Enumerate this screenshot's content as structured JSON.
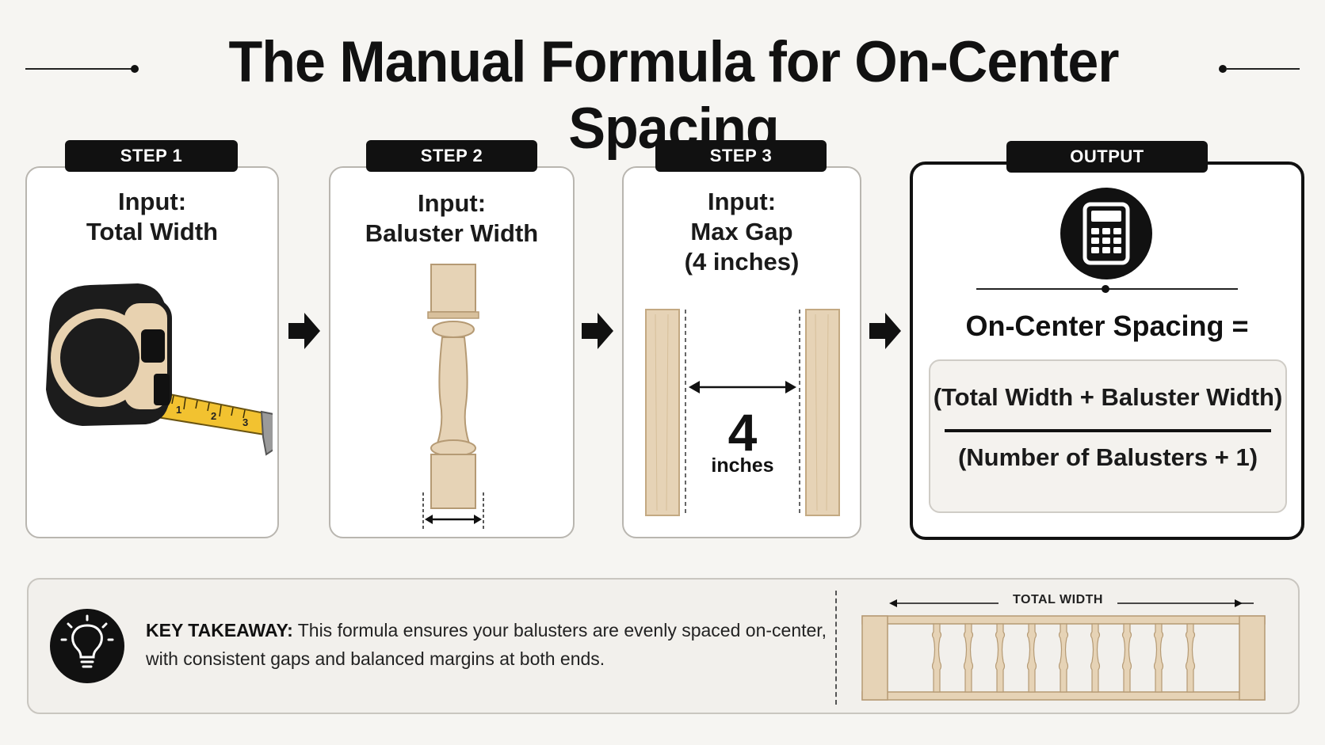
{
  "title": "The Manual Formula for On-Center Spacing",
  "steps": [
    {
      "tag": "STEP 1",
      "label_line1": "Input:",
      "label_line2": "Total Width",
      "label_line3": ""
    },
    {
      "tag": "STEP 2",
      "label_line1": "Input:",
      "label_line2": "Baluster Width",
      "label_line3": ""
    },
    {
      "tag": "STEP 3",
      "label_line1": "Input:",
      "label_line2": "Max Gap",
      "label_line3": "(4 inches)"
    }
  ],
  "output": {
    "tag": "OUTPUT",
    "spacing_label": "On-Center Spacing =",
    "numerator": "(Total Width + Baluster Width)",
    "denominator": "(Number of Balusters + 1)"
  },
  "gap_diagram": {
    "number": "4",
    "unit": "inches"
  },
  "tape_marks": [
    "1",
    "2",
    "3"
  ],
  "takeaway": {
    "heading": "KEY TAKEAWAY:",
    "line1": "This formula ensures your balusters are evenly spaced on-center,",
    "line2": "with consistent gaps and balanced margins at both ends."
  },
  "railing": {
    "label": "TOTAL WIDTH"
  },
  "colors": {
    "ink": "#111111",
    "wood": "#e6d3b6",
    "wood_dark": "#cdb38e",
    "tape": "#f2c230"
  },
  "icons": [
    "tape-measure-icon",
    "baluster-icon",
    "wood-board-icon",
    "calculator-icon",
    "lightbulb-icon",
    "right-arrow-icon",
    "railing-icon"
  ]
}
